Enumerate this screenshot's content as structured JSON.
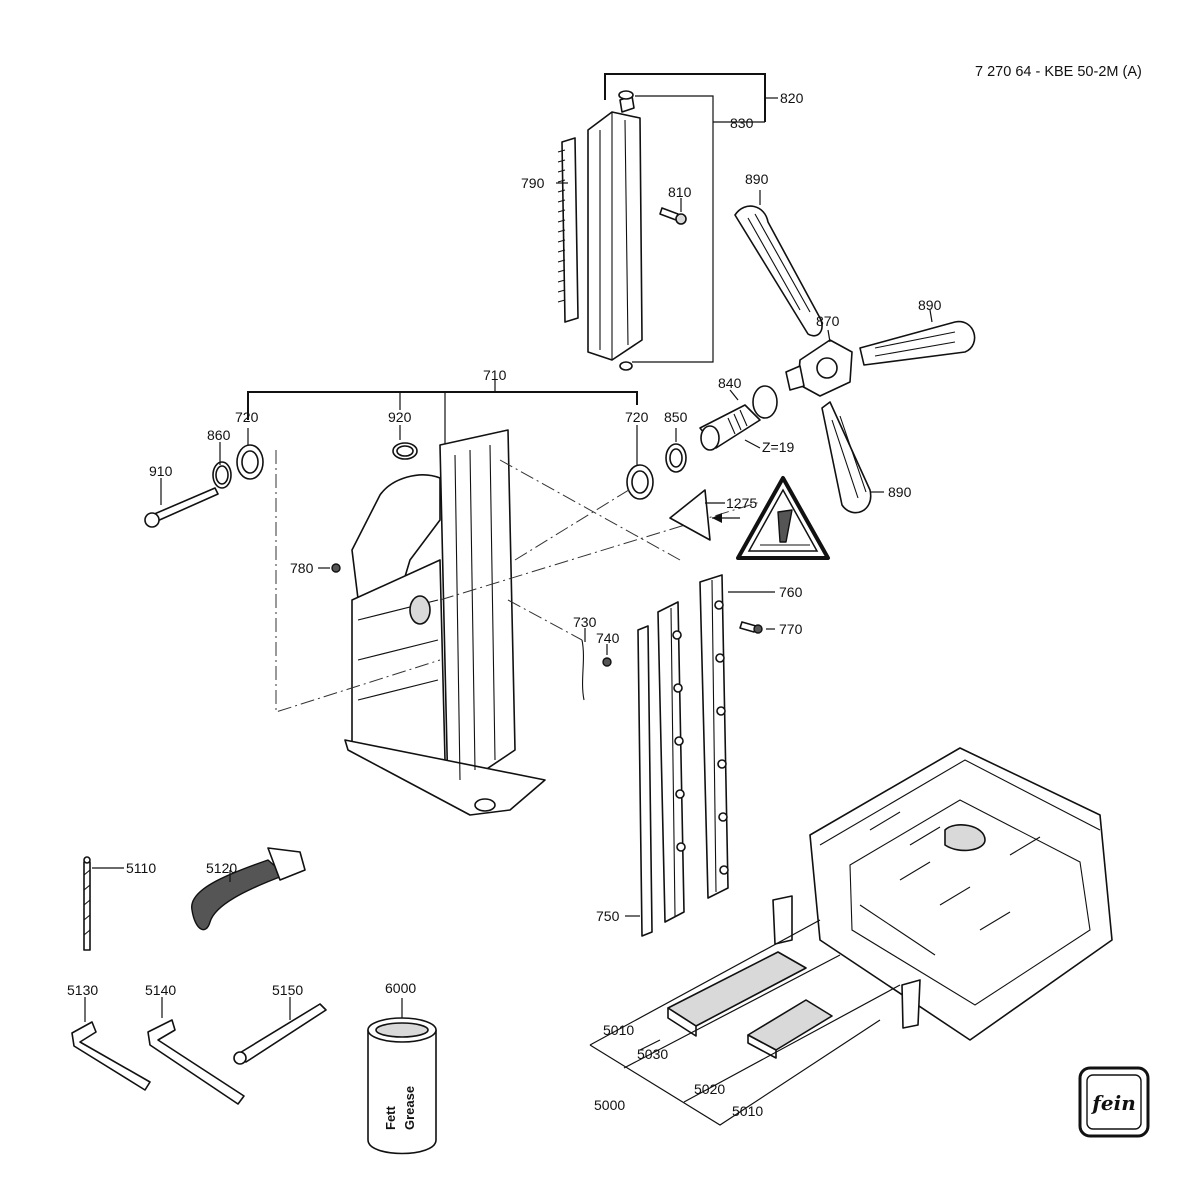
{
  "title": "7 270 64 - KBE 50-2M (A)",
  "callouts": [
    {
      "id": "820",
      "text": "820"
    },
    {
      "id": "830",
      "text": "830"
    },
    {
      "id": "790",
      "text": "790"
    },
    {
      "id": "810",
      "text": "810"
    },
    {
      "id": "890a",
      "text": "890"
    },
    {
      "id": "890b",
      "text": "890"
    },
    {
      "id": "890c",
      "text": "890"
    },
    {
      "id": "870",
      "text": "870"
    },
    {
      "id": "840",
      "text": "840"
    },
    {
      "id": "850",
      "text": "850"
    },
    {
      "id": "710",
      "text": "710"
    },
    {
      "id": "720a",
      "text": "720"
    },
    {
      "id": "720b",
      "text": "720"
    },
    {
      "id": "920",
      "text": "920"
    },
    {
      "id": "860",
      "text": "860"
    },
    {
      "id": "910",
      "text": "910"
    },
    {
      "id": "780",
      "text": "780"
    },
    {
      "id": "1275",
      "text": "1275"
    },
    {
      "id": "760",
      "text": "760"
    },
    {
      "id": "770",
      "text": "770"
    },
    {
      "id": "730",
      "text": "730"
    },
    {
      "id": "740",
      "text": "740"
    },
    {
      "id": "750",
      "text": "750"
    },
    {
      "id": "5110",
      "text": "5110"
    },
    {
      "id": "5120",
      "text": "5120"
    },
    {
      "id": "5130",
      "text": "5130"
    },
    {
      "id": "5140",
      "text": "5140"
    },
    {
      "id": "5150",
      "text": "5150"
    },
    {
      "id": "6000",
      "text": "6000"
    },
    {
      "id": "5010a",
      "text": "5010"
    },
    {
      "id": "5030",
      "text": "5030"
    },
    {
      "id": "5000",
      "text": "5000"
    },
    {
      "id": "5020",
      "text": "5020"
    },
    {
      "id": "5010b",
      "text": "5010"
    }
  ],
  "gear_note": "Z=19",
  "can_label": {
    "line1": "Fett",
    "line2": "Grease"
  },
  "logo": {
    "name": "fein-logo",
    "text": "fein"
  },
  "icons": {
    "warning": "warning-triangle-icon",
    "arrow": "arrow-left-icon"
  }
}
